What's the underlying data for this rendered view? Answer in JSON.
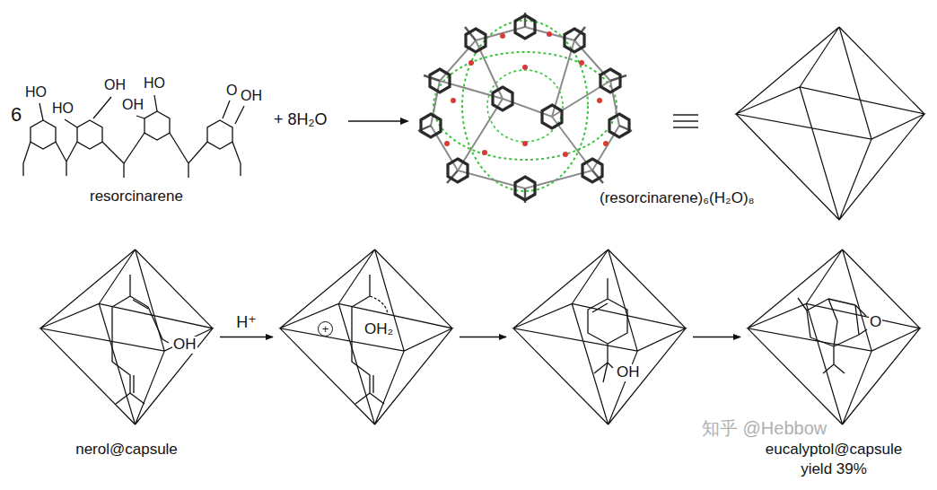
{
  "diagram": {
    "nodes": [
      {
        "text": [
          "OH",
          "nerol@capsule"
        ]
      },
      {
        "text": [
          "+",
          "OH₂"
        ]
      },
      {
        "text": [
          "OH"
        ]
      },
      {
        "text": [
          "O",
          "eucalyptol@capsule",
          "yield 39%"
        ]
      }
    ],
    "edges": [
      {
        "from": 0,
        "to": 1,
        "arrow": "to",
        "label": "H⁺"
      },
      {
        "from": 1,
        "to": 2,
        "arrow": "to"
      },
      {
        "from": 2,
        "to": 3,
        "arrow": "to"
      }
    ],
    "labels": [
      "6",
      "HO",
      "HO",
      "OH",
      "HO",
      "OH",
      "O",
      "OH",
      "resorcinarene",
      "+ 8H₂O",
      "(resorcinarene)₆(H₂O)₈",
      "知乎 @Hebbow"
    ]
  }
}
